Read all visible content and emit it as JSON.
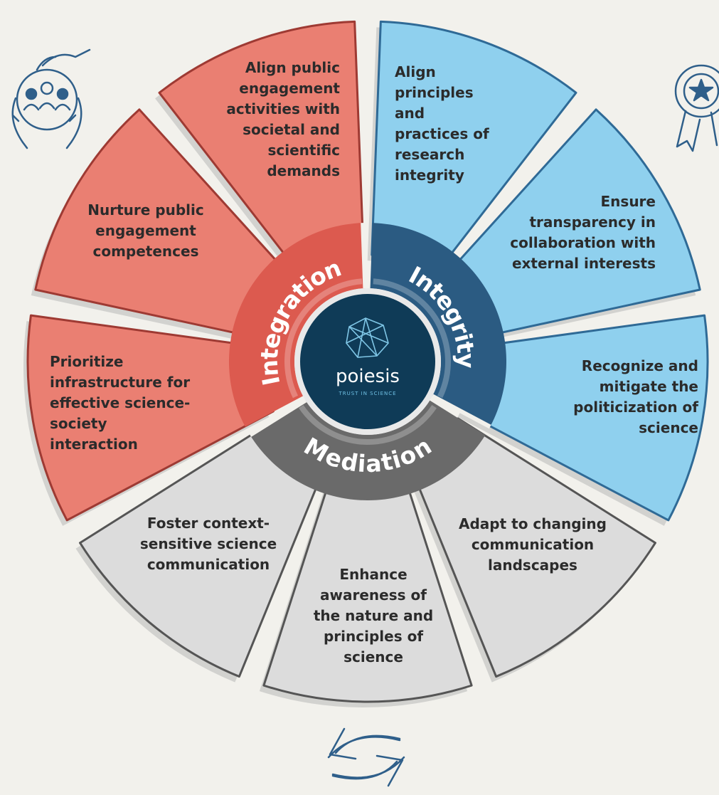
{
  "logo": {
    "name": "poiesis",
    "tagline": "TRUST IN SCIENCE"
  },
  "pillars": [
    {
      "label": "Integration",
      "color": "#dc5a4f",
      "segment_color": "#ea7f72",
      "edge_color": "#9e3a33"
    },
    {
      "label": "Integrity",
      "color": "#2b5b82",
      "segment_color": "#8fd0ee",
      "edge_color": "#2f6a96"
    },
    {
      "label": "Mediation",
      "color": "#6a6a6a",
      "segment_color": "#dcdcdc",
      "edge_color": "#555555"
    }
  ],
  "segments": [
    {
      "pillar": "Integration",
      "lines": [
        "Align public",
        "engagement",
        "activities with",
        "societal and",
        "scientific",
        "demands"
      ]
    },
    {
      "pillar": "Integration",
      "lines": [
        "Nurture public",
        "engagement",
        "competences"
      ]
    },
    {
      "pillar": "Integration",
      "lines": [
        "Prioritize",
        "infrastructure for",
        "effective science-",
        "society",
        "interaction"
      ]
    },
    {
      "pillar": "Integrity",
      "lines": [
        "Align",
        "principles",
        "and",
        "practices of",
        "research",
        "integrity"
      ]
    },
    {
      "pillar": "Integrity",
      "lines": [
        "Ensure",
        "transparency in",
        "collaboration with",
        "external interests"
      ]
    },
    {
      "pillar": "Integrity",
      "lines": [
        "Recognize and",
        "mitigate the",
        "politicization of",
        "science"
      ]
    },
    {
      "pillar": "Mediation",
      "lines": [
        "Adapt to changing",
        "communication",
        "landscapes"
      ]
    },
    {
      "pillar": "Mediation",
      "lines": [
        "Enhance",
        "awareness of",
        "the nature and",
        "principles of",
        "science"
      ]
    },
    {
      "pillar": "Mediation",
      "lines": [
        "Foster context-",
        "sensitive science",
        "communication"
      ]
    }
  ],
  "icons": [
    {
      "name": "community-hands-icon"
    },
    {
      "name": "award-ribbon-icon"
    },
    {
      "name": "exchange-arrows-icon"
    }
  ]
}
